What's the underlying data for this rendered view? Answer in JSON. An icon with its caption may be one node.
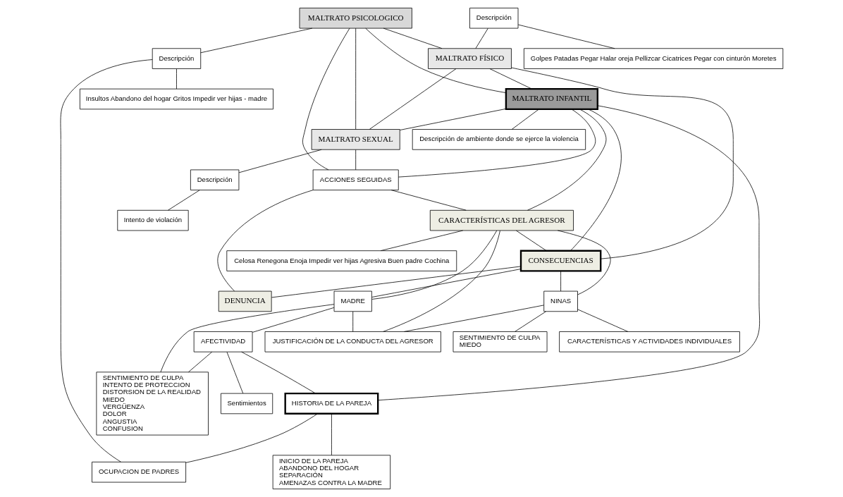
{
  "diagram": {
    "nodes": [
      {
        "text": [
          "Descripción"
        ]
      },
      {
        "text": [
          "MALTRATO PSICOLOGICO"
        ]
      },
      {
        "text": [
          "Descripción"
        ]
      },
      {
        "text": [
          "MALTRATO FÍSICO"
        ]
      },
      {
        "text": [
          "Insultos Abandono del hogar Gritos Impedir ver hijas - madre"
        ]
      },
      {
        "text": [
          "Golpes Patadas Pegar Halar oreja Pellizcar Cicatrices Pegar con cinturón Moretes"
        ]
      },
      {
        "text": [
          "MALTRATO SEXUAL"
        ]
      },
      {
        "text": [
          "MALTRATO INFANTIL"
        ]
      },
      {
        "text": [
          "Descripción"
        ]
      },
      {
        "text": [
          "Descripción de ambiente donde se ejerce la violencia"
        ]
      },
      {
        "text": [
          "ACCIONES SEGUIDAS"
        ]
      },
      {
        "text": [
          "Intento de violación"
        ]
      },
      {
        "text": [
          "CARACTERÍSTICAS DEL AGRESOR"
        ]
      },
      {
        "text": [
          "CONSECUENCIAS"
        ]
      },
      {
        "text": [
          "HISTORIA DE LA PAREJA"
        ]
      },
      {
        "text": [
          "DENUNCIA"
        ]
      },
      {
        "text": [
          "Celosa Renegona Enoja Impedir ver hijas Agresiva Buen padre Cochina"
        ]
      },
      {
        "text": [
          "MADRE"
        ]
      },
      {
        "text": [
          "OCUPACION DE PADRES"
        ]
      },
      {
        "text": [
          "NINAS"
        ]
      },
      {
        "text": [
          "AFECTIVIDAD"
        ]
      },
      {
        "text": [
          "SENTIMIENTO DE CULPA",
          "MIEDO"
        ]
      },
      {
        "text": [
          "Sentimientos"
        ]
      },
      {
        "text": [
          "JUSTIFICACIÓN DE LA CONDUCTA DEL AGRESOR"
        ]
      },
      {
        "text": [
          "INICIO DE LA PAREJA",
          "ABANDONO DEL HOGAR",
          "SEPARACIÓN",
          "AMENAZAS CONTRA LA MADRE"
        ]
      },
      {
        "text": [
          "CARACTERÍSTICAS Y ACTIVIDADES INDIVIDUALES"
        ]
      },
      {
        "text": [
          "SENTIMIENTO DE CULPA",
          "INTENTO DE PROTECCION",
          "DISTORSION DE LA REALIDAD",
          "MIEDO",
          "VERGÜENZA",
          "DOLOR",
          "ANGUSTIA",
          "CONFUSION"
        ]
      }
    ],
    "edges": [
      {
        "from": 0,
        "to": 3,
        "arrow": "none"
      },
      {
        "from": 0,
        "to": 5,
        "arrow": "none"
      },
      {
        "from": 1,
        "to": 3,
        "arrow": "none"
      },
      {
        "from": 1,
        "to": 7,
        "arrow": "none"
      },
      {
        "from": 1,
        "to": 2,
        "arrow": "none"
      },
      {
        "from": 1,
        "to": 6,
        "arrow": "none"
      },
      {
        "from": 1,
        "to": 10,
        "arrow": "none"
      },
      {
        "from": 2,
        "to": 4,
        "arrow": "none"
      },
      {
        "from": 2,
        "to": 18,
        "arrow": "none"
      },
      {
        "from": 3,
        "to": 6,
        "arrow": "none"
      },
      {
        "from": 3,
        "to": 7,
        "arrow": "none"
      },
      {
        "from": 3,
        "to": 13,
        "arrow": "none"
      },
      {
        "from": 7,
        "to": 6,
        "arrow": "none"
      },
      {
        "from": 7,
        "to": 14,
        "arrow": "none"
      },
      {
        "from": 7,
        "to": 10,
        "arrow": "none"
      },
      {
        "from": 7,
        "to": 9,
        "arrow": "none"
      },
      {
        "from": 7,
        "to": 12,
        "arrow": "none"
      },
      {
        "from": 7,
        "to": 13,
        "arrow": "none"
      },
      {
        "from": 6,
        "to": 8,
        "arrow": "none"
      },
      {
        "from": 8,
        "to": 11,
        "arrow": "none"
      },
      {
        "from": 6,
        "to": 10,
        "arrow": "none"
      },
      {
        "from": 10,
        "to": 12,
        "arrow": "none"
      },
      {
        "from": 10,
        "to": 15,
        "arrow": "none"
      },
      {
        "from": 12,
        "to": 13,
        "arrow": "none"
      },
      {
        "from": 12,
        "to": 16,
        "arrow": "none"
      },
      {
        "from": 12,
        "to": 19,
        "arrow": "none"
      },
      {
        "from": 12,
        "to": 23,
        "arrow": "none"
      },
      {
        "from": 12,
        "to": 17,
        "arrow": "none"
      },
      {
        "from": 13,
        "to": 19,
        "arrow": "none"
      },
      {
        "from": 13,
        "to": 17,
        "arrow": "none"
      },
      {
        "from": 13,
        "to": 15,
        "arrow": "none"
      },
      {
        "from": 19,
        "to": 21,
        "arrow": "none"
      },
      {
        "from": 19,
        "to": 25,
        "arrow": "none"
      },
      {
        "from": 19,
        "to": 23,
        "arrow": "none"
      },
      {
        "from": 17,
        "to": 23,
        "arrow": "none"
      },
      {
        "from": 17,
        "to": 26,
        "arrow": "none"
      },
      {
        "from": 17,
        "to": 20,
        "arrow": "none"
      },
      {
        "from": 20,
        "to": 26,
        "arrow": "none"
      },
      {
        "from": 20,
        "to": 22,
        "arrow": "none"
      },
      {
        "from": 20,
        "to": 14,
        "arrow": "none"
      },
      {
        "from": 14,
        "to": 24,
        "arrow": "none"
      },
      {
        "from": 14,
        "to": 18,
        "arrow": "none"
      }
    ]
  }
}
